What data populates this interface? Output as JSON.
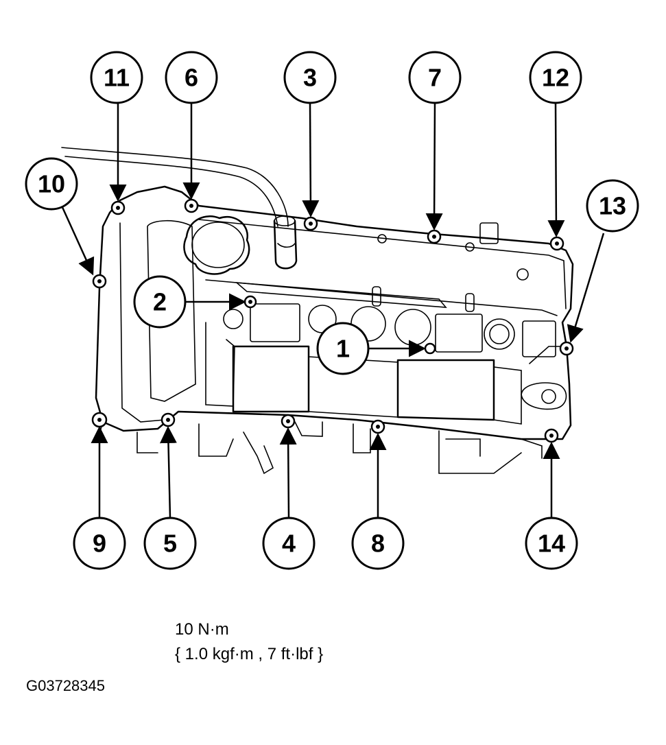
{
  "torque_spec": {
    "line1": "10 N·m",
    "line2": "{ 1.0 kgf·m , 7 ft·lbf }"
  },
  "figure_id": "G03728345",
  "callouts": [
    {
      "label": "1"
    },
    {
      "label": "2"
    },
    {
      "label": "3"
    },
    {
      "label": "4"
    },
    {
      "label": "5"
    },
    {
      "label": "6"
    },
    {
      "label": "7"
    },
    {
      "label": "8"
    },
    {
      "label": "9"
    },
    {
      "label": "10"
    },
    {
      "label": "11"
    },
    {
      "label": "12"
    },
    {
      "label": "13"
    },
    {
      "label": "14"
    }
  ]
}
